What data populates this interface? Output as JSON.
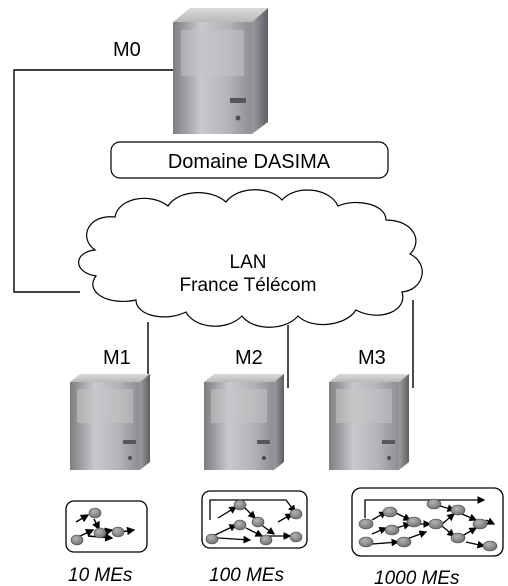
{
  "machines": {
    "m0": "M0",
    "m1": "M1",
    "m2": "M2",
    "m3": "M3"
  },
  "domain_box": "Domaine DASIMA",
  "cloud": {
    "line1": "LAN",
    "line2": "France Télécom"
  },
  "workloads": [
    {
      "label": "10 MEs"
    },
    {
      "label": "100 MEs"
    },
    {
      "label": "1000 MEs"
    }
  ],
  "colors": {
    "server_body": "#a9aaad",
    "node_fill": "#8a8a8a",
    "line": "#000000",
    "cloud_fill": "#ffffff"
  }
}
